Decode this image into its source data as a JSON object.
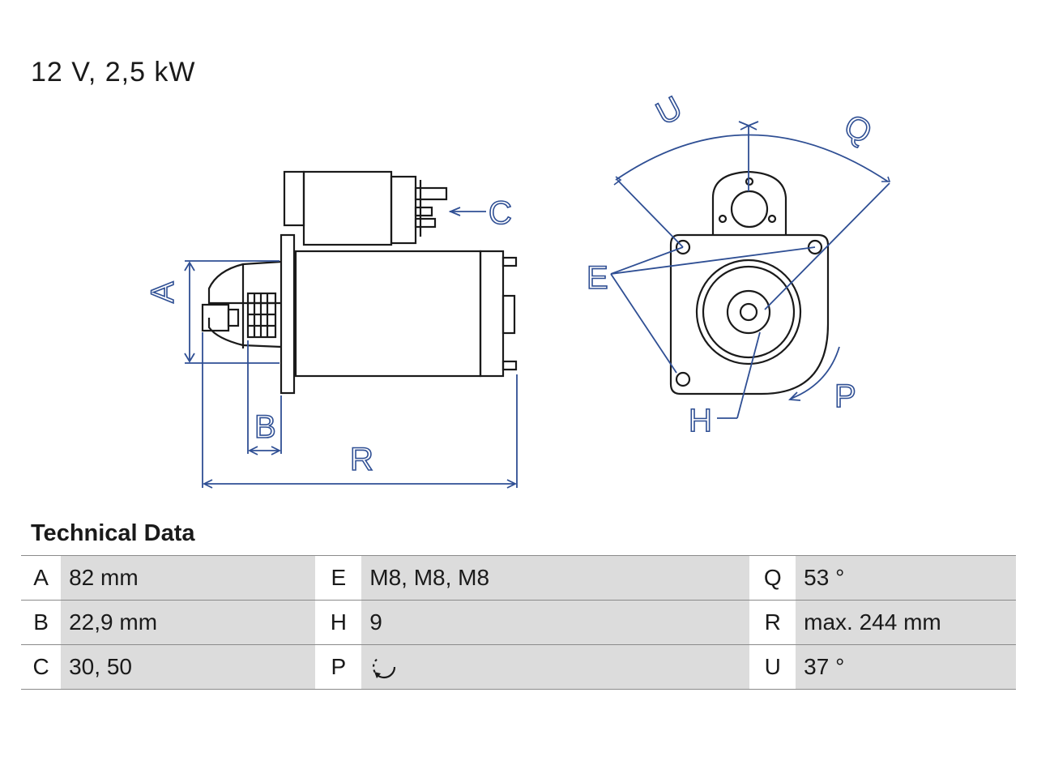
{
  "heading": "12 V, 2,5 kW",
  "section_title": "Technical Data",
  "diagram_labels": {
    "A": "A",
    "B": "B",
    "C": "C",
    "R": "R",
    "E": "E",
    "H": "H",
    "P": "P",
    "Q": "Q",
    "U": "U"
  },
  "table": [
    {
      "k1": "A",
      "v1": "82 mm",
      "k2": "E",
      "v2": "M8, M8, M8",
      "k3": "Q",
      "v3": "53 °"
    },
    {
      "k1": "B",
      "v1": "22,9 mm",
      "k2": "H",
      "v2": "9",
      "k3": "R",
      "v3": "max. 244 mm"
    },
    {
      "k1": "C",
      "v1": "30, 50",
      "k2": "P",
      "v2": "",
      "k3": "U",
      "v3": "37 °"
    }
  ],
  "colors": {
    "line": "#1a1a1a",
    "dimension": "#2f4f94",
    "cell_fill": "#dcdcdc"
  },
  "icons": {
    "rotation": "clockwise-rotation-icon"
  }
}
